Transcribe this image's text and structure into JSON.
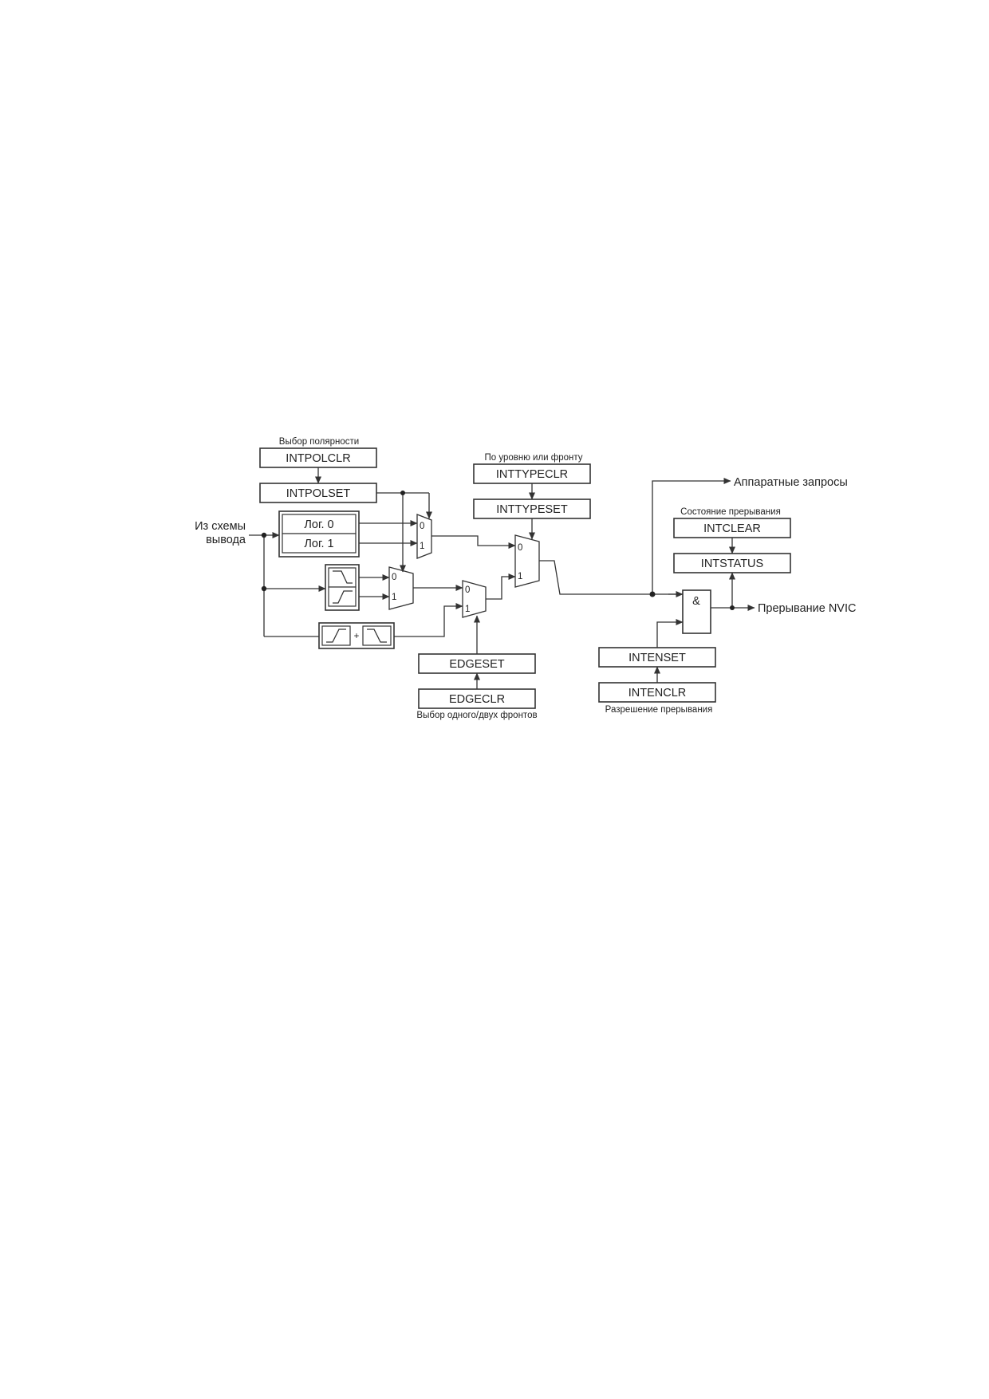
{
  "registers": {
    "intpolclr": "INTPOLCLR",
    "intpolset": "INTPOLSET",
    "inttypeclr": "INTTYPECLR",
    "inttypeset": "INTTYPESET",
    "edgeset": "EDGESET",
    "edgeclr": "EDGECLR",
    "intclear": "INTCLEAR",
    "intstatus": "INTSTATUS",
    "intenset": "INTENSET",
    "intenclr": "INTENCLR"
  },
  "captions": {
    "polarity": "Выбор полярности",
    "type": "По уровню или фронту",
    "edges": "Выбор одного/двух фронтов",
    "status": "Состояние прерывания",
    "enable": "Разрешение прерывания"
  },
  "signals": {
    "input_line1": "Из схемы",
    "input_line2": "вывода",
    "hw_requests": "Аппаратные запросы",
    "nvic": "Прерывание NVIC"
  },
  "levels": {
    "log0": "Лог. 0",
    "log1": "Лог. 1"
  },
  "mux_inputs": {
    "zero": "0",
    "one": "1"
  },
  "gate": {
    "and_symbol": "&"
  },
  "misc": {
    "plus": "+"
  }
}
